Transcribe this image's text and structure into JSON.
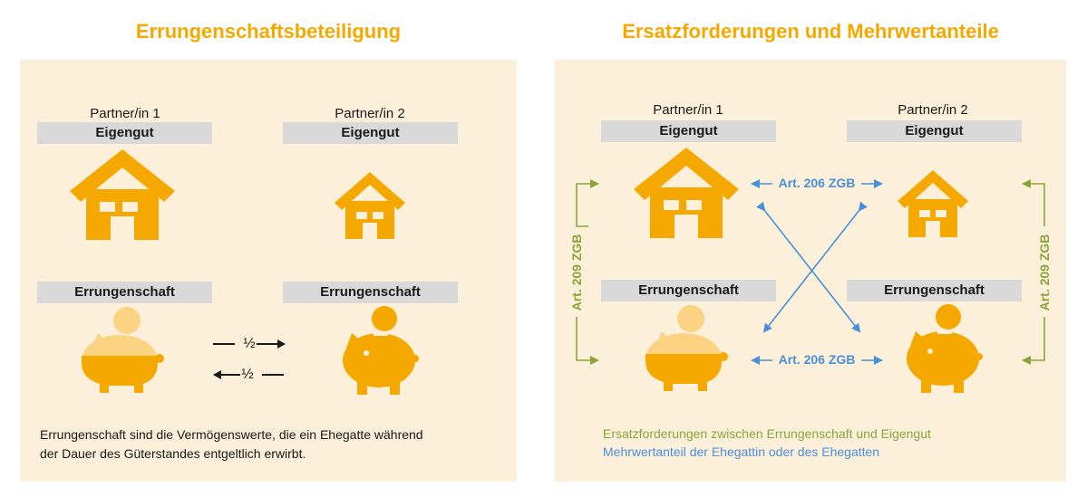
{
  "left": {
    "title": "Errungenschaftsbeteiligung",
    "partner1": "Partner/in 1",
    "partner2": "Partner/in 2",
    "eigengut1": "Eigengut",
    "eigengut2": "Eigengut",
    "errungenschaft1": "Errungenschaft",
    "errungenschaft2": "Errungenschaft",
    "half_right": "½",
    "half_left": "½",
    "description_line1": "Errungenschaft sind die Vermögenswerte, die ein Ehegatte während",
    "description_line2": "der Dauer des Güterstandes entgeltlich erwirbt."
  },
  "right": {
    "title": "Ersatzforderungen und Mehrwertanteile",
    "partner1": "Partner/in 1",
    "partner2": "Partner/in 2",
    "eigengut1": "Eigengut",
    "eigengut2": "Eigengut",
    "errungenschaft1": "Errungenschaft",
    "errungenschaft2": "Errungenschaft",
    "art206_top": "Art. 206 ZGB",
    "art206_bottom": "Art. 206 ZGB",
    "art209_left": "Art. 209 ZGB",
    "art209_right": "Art. 209 ZGB",
    "legend_green": "Ersatzforderungen zwischen Errungenschaft und Eigengut",
    "legend_blue": "Mehrwertanteil der Ehegattin oder des Ehegatten"
  },
  "colors": {
    "accent": "#f5a800",
    "icon_light": "#fcd383",
    "panel_bg": "#fdf0db",
    "bar_bg": "#d9d9d9",
    "green": "#8aa53a",
    "blue": "#4a90d9"
  }
}
